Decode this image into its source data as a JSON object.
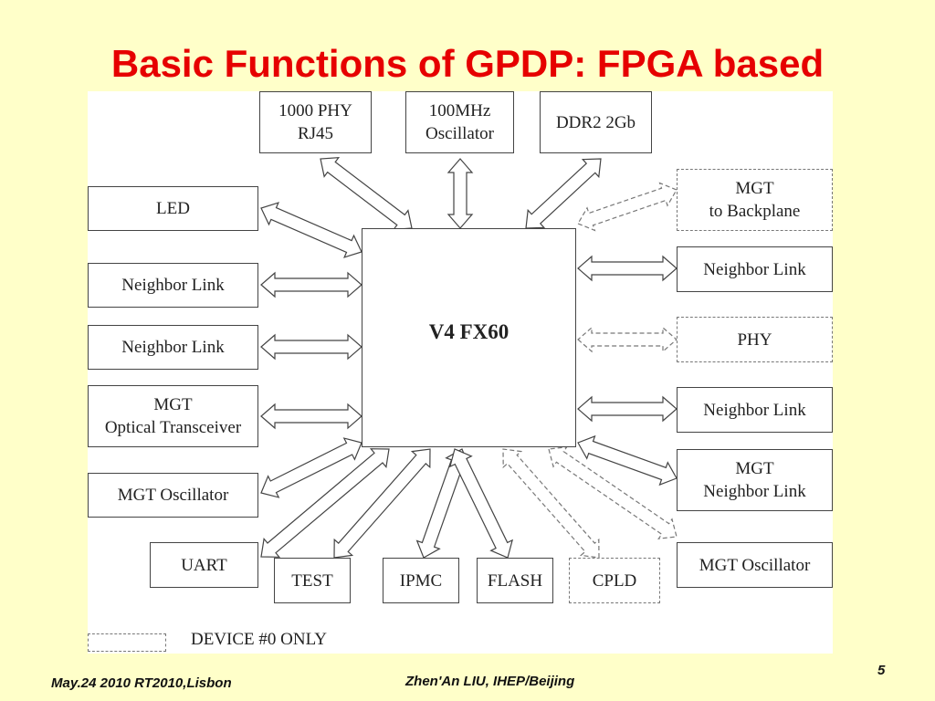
{
  "title": "Basic Functions of GPDP: FPGA based",
  "diagram": {
    "center": "V4 FX60",
    "top": {
      "phy": "1000 PHY\nRJ45",
      "osc": "100MHz\nOscillator",
      "ddr": "DDR2 2Gb"
    },
    "left": {
      "led": "LED",
      "nl1": "Neighbor Link",
      "nl2": "Neighbor Link",
      "mgt_opt": "MGT\nOptical Transceiver",
      "mgt_osc": "MGT Oscillator",
      "uart": "UART"
    },
    "bottom": {
      "test": "TEST",
      "ipmc": "IPMC",
      "flash": "FLASH",
      "cpld": "CPLD"
    },
    "right": {
      "mgt_bp": "MGT\nto Backplane",
      "nl1": "Neighbor Link",
      "phy": "PHY",
      "nl2": "Neighbor Link",
      "mgt_nl": "MGT\nNeighbor Link",
      "mgt_osc": "MGT Oscillator"
    },
    "legend": "DEVICE #0 ONLY"
  },
  "footer": {
    "left": "May.24 2010 RT2010,Lisbon",
    "center": "Zhen'An LIU, IHEP/Beijing",
    "page": "5"
  }
}
